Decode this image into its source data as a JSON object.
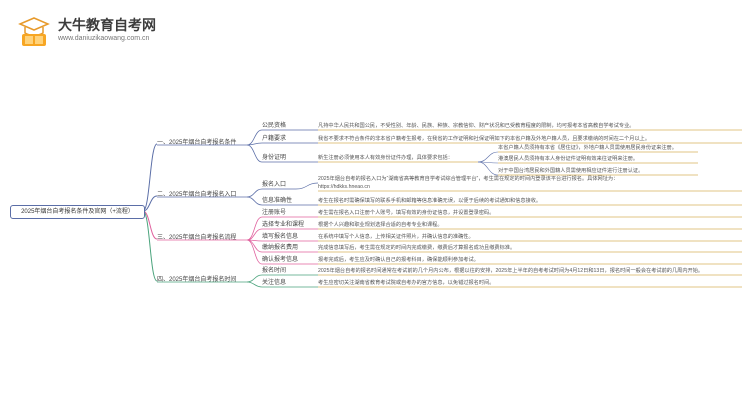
{
  "header": {
    "brand_name": "大牛教育自考网",
    "brand_url": "www.daniuzikaowang.com.cn",
    "logo_icon": "graduation-cap-book-icon"
  },
  "root": "2025年烟台自考报名条件及官网（+流程）",
  "sections": [
    {
      "label": "一、2025年烟台自考报名条件",
      "items": [
        {
          "label": "公民资格",
          "details": [
            "凡持中华人民共和国公民，不受性别、年龄、民族、种族、宗教信仰、财产状况和已受教育程度的限制，均可报考本省高教自学考试专业。"
          ]
        },
        {
          "label": "户籍要求",
          "details": [
            "我省不要求不符合条件的非本省户籍考生报考，在我省的工作证明和社保证明如下的本省户籍及外地户籍人员，且要求缴纳的时间在二个月以上。"
          ]
        },
        {
          "label": "身份证明",
          "pre": "新生注册必须使用本人有效身份证件办理，具体要求包括：",
          "details": [
            "本省户籍人员须持有本省《居住证》，外地户籍人员需使用居民身份证来注册。",
            "港澳居民人员须持有本人身份证件证明有效来往证明来注册。",
            "对于中国台湾居民和外国籍人员需使用相应证件进行注册认证。"
          ]
        }
      ]
    },
    {
      "label": "二、2025年烟台自考报名入口",
      "items": [
        {
          "label": "报名入口",
          "details": [
            "2025年烟台自考的报名入口为“湖南省高等教育自学考试综合管理平台”，考生需在规定的时间内登录该平台进行报名。具体网址为：",
            "https://hdkks.hneao.cn"
          ]
        },
        {
          "label": "信息准确性",
          "details": [
            "考生在报名时需确保填写的联系手机和邮箱等信息准确无误，以便于后续的考试通知和信息接收。"
          ]
        }
      ]
    },
    {
      "label": "三、2025年烟台自考报名流程",
      "items": [
        {
          "label": "注册账号",
          "details": [
            "考生需在报名入口注册个人账号，填写有效的身份证信息，并设置登录密码。"
          ]
        },
        {
          "label": "选择专业和课程",
          "details": [
            "根据个人兴趣和职业规划选择合适的自考专业和课程。"
          ]
        },
        {
          "label": "填写报名信息",
          "details": [
            "在系统中填写个人信息，上传相关证件照片，并确认信息的准确性。"
          ]
        },
        {
          "label": "缴纳报名费用",
          "details": [
            "完成信息填写后，考生需在规定的时间内完成缴费，缴费后才算报名成功且缴费标准。"
          ]
        },
        {
          "label": "确认报考信息",
          "details": [
            "报考完成后，考生应及时确认自己的报考科目，确保能顺利参加考试。"
          ]
        }
      ]
    },
    {
      "label": "四、2025年烟台自考报名时间",
      "items": [
        {
          "label": "报名时间",
          "details": [
            "2025年烟台自考的报名时间通常在考试前的几个月内公布，根据以往的安排，2025年上半年的自考考试时间为4月12日和13日，报名时间一般会在考试前的几周内开始。"
          ]
        },
        {
          "label": "关注信息",
          "details": [
            "考生应密切关注湖南省教育考试院或自考办的官方信息，以免错过报名时间。"
          ]
        }
      ]
    }
  ],
  "colors": {
    "section1": "#5b6ea7",
    "section2": "#5b6ea7",
    "section3": "#e0619e",
    "section4": "#4aa37c",
    "underline": "#d7b25b"
  }
}
